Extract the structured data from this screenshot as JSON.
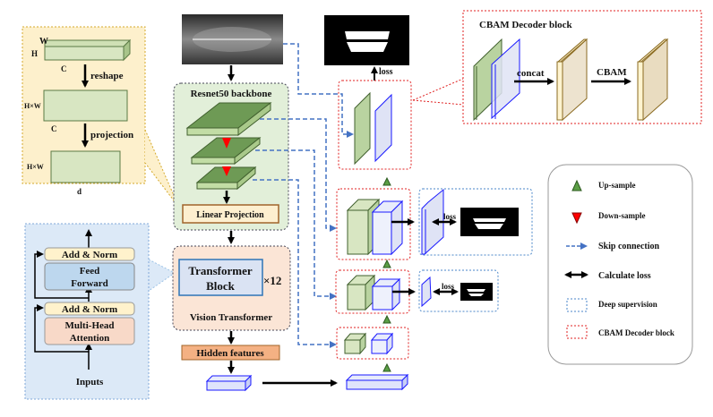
{
  "reshape_panel": {
    "dims_top": {
      "w": "W",
      "h": "H",
      "c": "C"
    },
    "reshape_label": "reshape",
    "dims_mid": {
      "hw": "H×W",
      "c": "C"
    },
    "projection_label": "projection",
    "dims_bot": {
      "hw": "H×W",
      "d": "d"
    }
  },
  "transformer_panel": {
    "add_norm_top": "Add & Norm",
    "feed_forward_line1": "Feed",
    "feed_forward_line2": "Forward",
    "add_norm_bottom": "Add & Norm",
    "mha_line1": "Multi-Head",
    "mha_line2": "Attention",
    "inputs": "Inputs"
  },
  "encoder": {
    "backbone_title": "Resnet50 backbone",
    "linear_projection": "Linear Projection",
    "transformer_block_line1": "Transformer",
    "transformer_block_line2": "Block",
    "repeat": "×12",
    "vit_title": "Vision Transformer",
    "hidden_features": "Hidden features"
  },
  "decoder": {
    "loss_top": "loss",
    "loss_mid": "loss",
    "loss_low": "loss"
  },
  "cbam_block": {
    "title": "CBAM Decoder block",
    "concat": "concat",
    "cbam": "CBAM"
  },
  "legend": {
    "items": [
      {
        "icon": "up-triangle-icon",
        "label": "Up-sample"
      },
      {
        "icon": "down-triangle-icon",
        "label": "Down-sample"
      },
      {
        "icon": "dashed-arrow-icon",
        "label": "Skip connection"
      },
      {
        "icon": "double-arrow-icon",
        "label": "Calculate loss"
      },
      {
        "icon": "blue-dashed-box-icon",
        "label": "Deep supervision"
      },
      {
        "icon": "red-dashed-box-icon",
        "label": "CBAM Decoder block"
      }
    ]
  },
  "colors": {
    "green_fill": "#b9d3a0",
    "green_dark": "#5a7a45",
    "blue_edge": "#1a1aff",
    "blue_fill": "#dfe3f5",
    "skip_blue": "#4472c4",
    "red_dash": "#e02020",
    "yellow_panel": "#fdf0cc",
    "panel_green": "#e2efd9",
    "panel_peach": "#fbe5d6",
    "panel_blue": "#dce9f7"
  }
}
